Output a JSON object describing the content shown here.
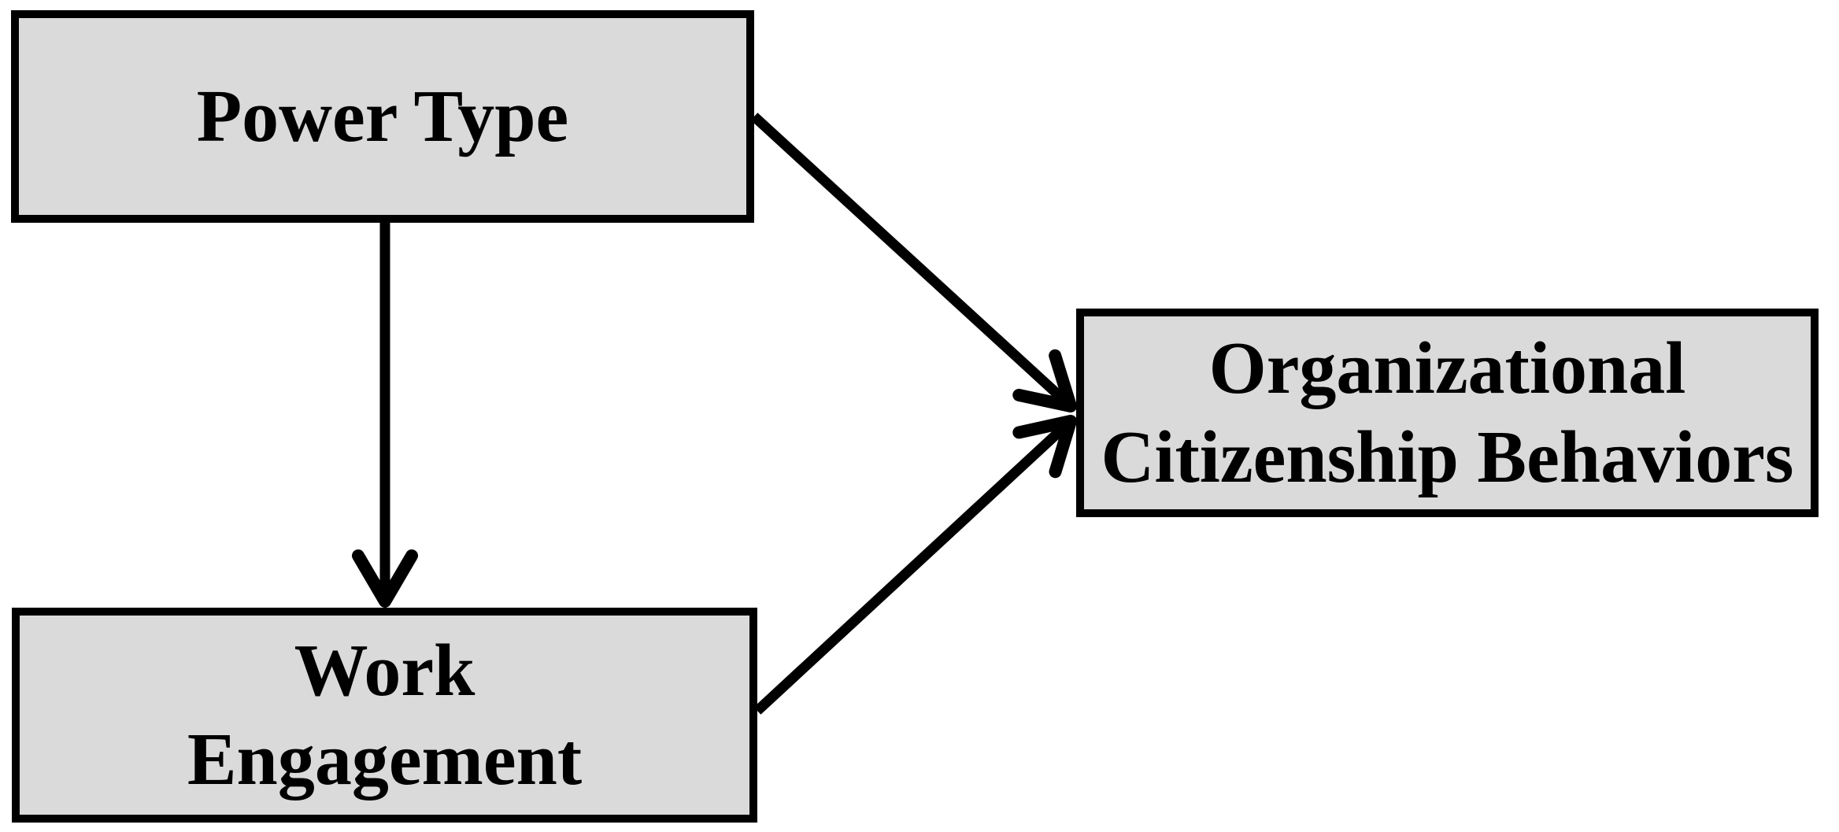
{
  "diagram": {
    "nodes": {
      "power_type": {
        "label": "Power Type"
      },
      "work_engagement": {
        "label": "Work\nEngagement"
      },
      "ocb": {
        "label": "Organizational\nCitizenship Behaviors"
      }
    },
    "edges": [
      {
        "from": "power_type",
        "to": "work_engagement"
      },
      {
        "from": "power_type",
        "to": "ocb"
      },
      {
        "from": "work_engagement",
        "to": "ocb"
      }
    ],
    "colors": {
      "node_fill": "#dadada",
      "node_border": "#000000",
      "arrow": "#000000",
      "background": "#ffffff"
    }
  }
}
